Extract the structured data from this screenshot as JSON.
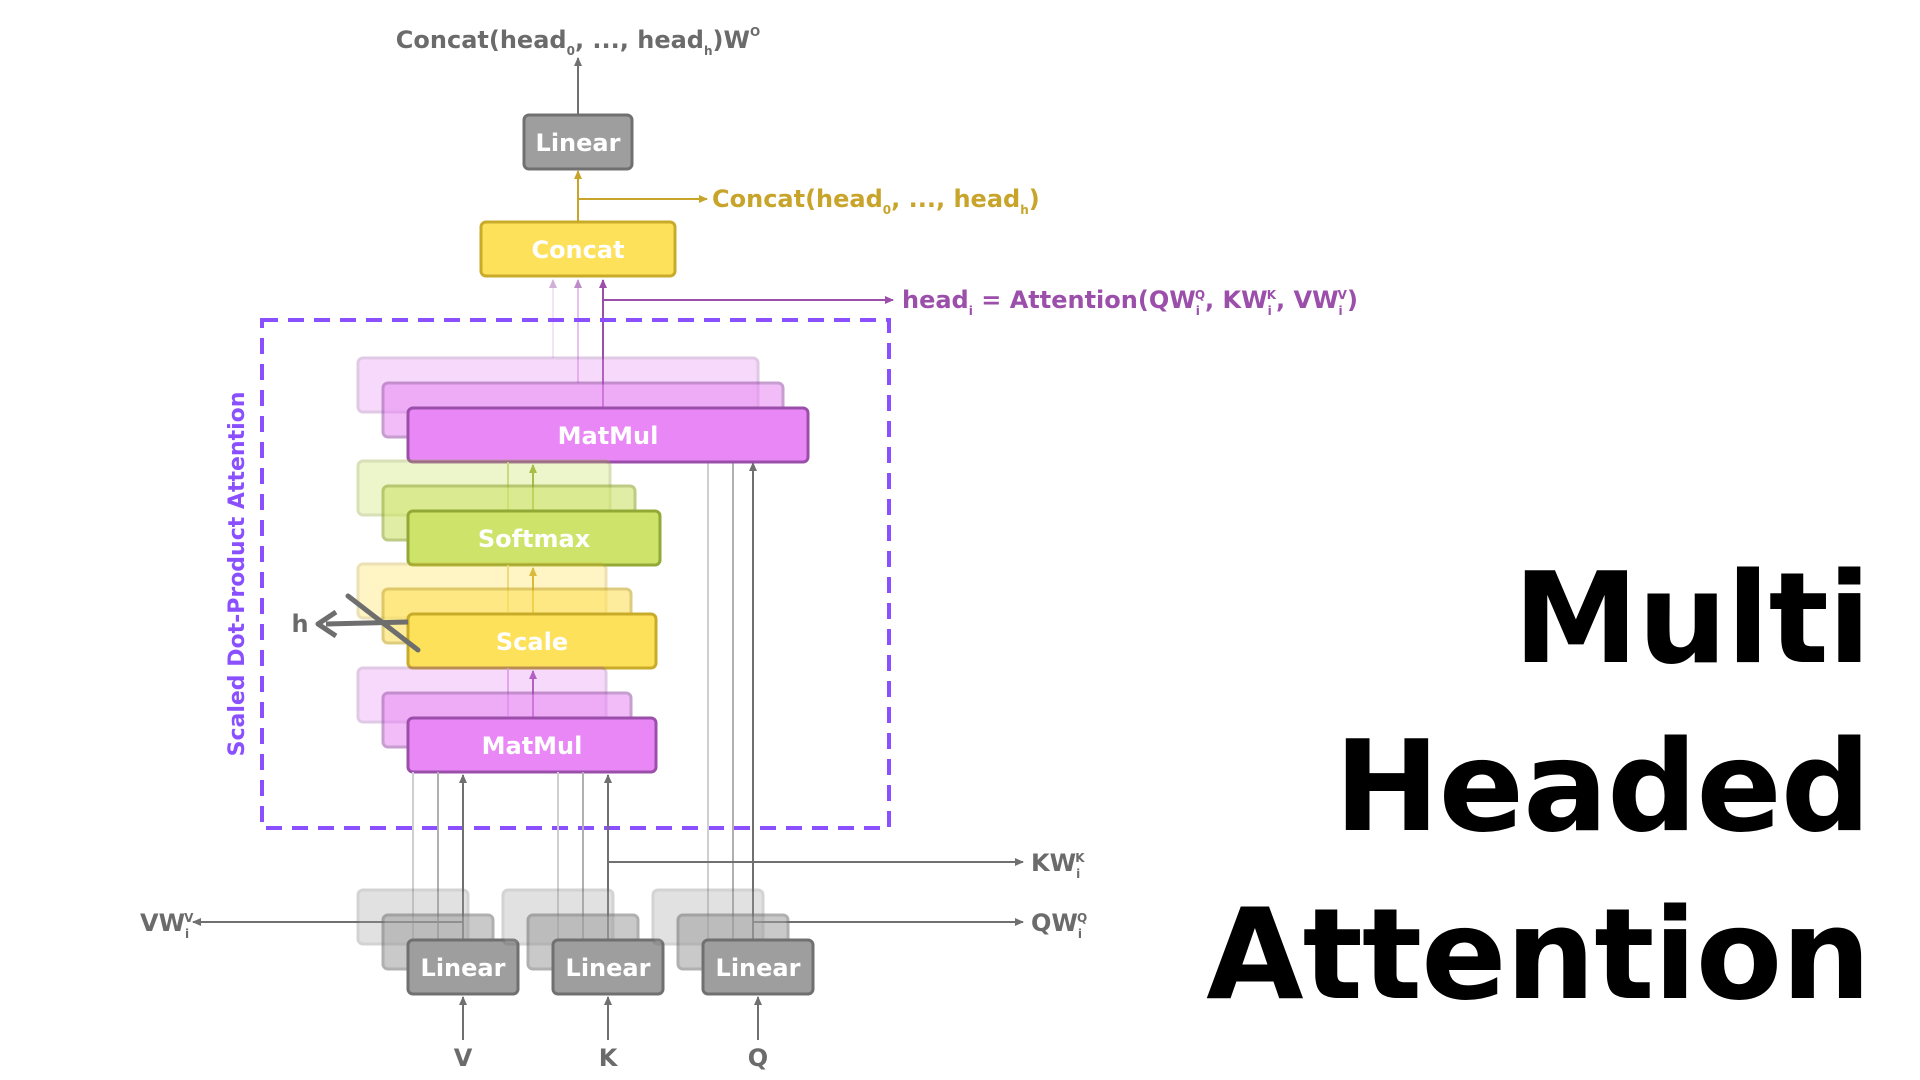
{
  "colors": {
    "gray_fill": "#9e9e9e",
    "gray_stroke": "#707070",
    "gray_text": "#6b6b6b",
    "yellow_fill": "#fde15a",
    "yellow_stroke": "#c9ab2a",
    "yellow_text": "#c8a52a",
    "purple_fill": "#e887f5",
    "purple_stroke": "#9b4fab",
    "purple_text": "#9b4fab",
    "green_fill": "#cde36a",
    "green_stroke": "#92a935",
    "dashed_box": "#8a4fff"
  },
  "diagram": {
    "output_label": {
      "pre": "Concat(head",
      "s1": "0",
      "mid": ", ..., head",
      "s2": "h",
      "post": ")W",
      "sup": "O"
    },
    "top_linear": "Linear",
    "concat_block": "Concat",
    "concat_label": {
      "pre": "Concat(head",
      "s1": "0",
      "mid": ", ..., head",
      "s2": "h",
      "post": ")"
    },
    "head_label": {
      "p1": "head",
      "s1": "i",
      "p2": " = Attention(QW",
      "s2": "i",
      "u2": "Q",
      "p3": ", KW",
      "s3": "i",
      "u3": "K",
      "p4": ", VW",
      "s4": "i",
      "u4": "V",
      "p5": ")"
    },
    "attention_box_label": "Scaled Dot-Product Attention",
    "matmul_top": "MatMul",
    "softmax": "Softmax",
    "scale": "Scale",
    "matmul_bottom": "MatMul",
    "head_count": "h",
    "linear_v": "Linear",
    "linear_k": "Linear",
    "linear_q": "Linear",
    "input_v": "V",
    "input_k": "K",
    "input_q": "Q",
    "kw_label": {
      "p": "KW",
      "s": "i",
      "u": "K"
    },
    "vw_label": {
      "p": "VW",
      "s": "i",
      "u": "V"
    },
    "qw_label": {
      "p": "QW",
      "s": "i",
      "u": "Q"
    }
  },
  "title": {
    "line1": "Multi",
    "line2": "Headed",
    "line3": "Attention"
  }
}
